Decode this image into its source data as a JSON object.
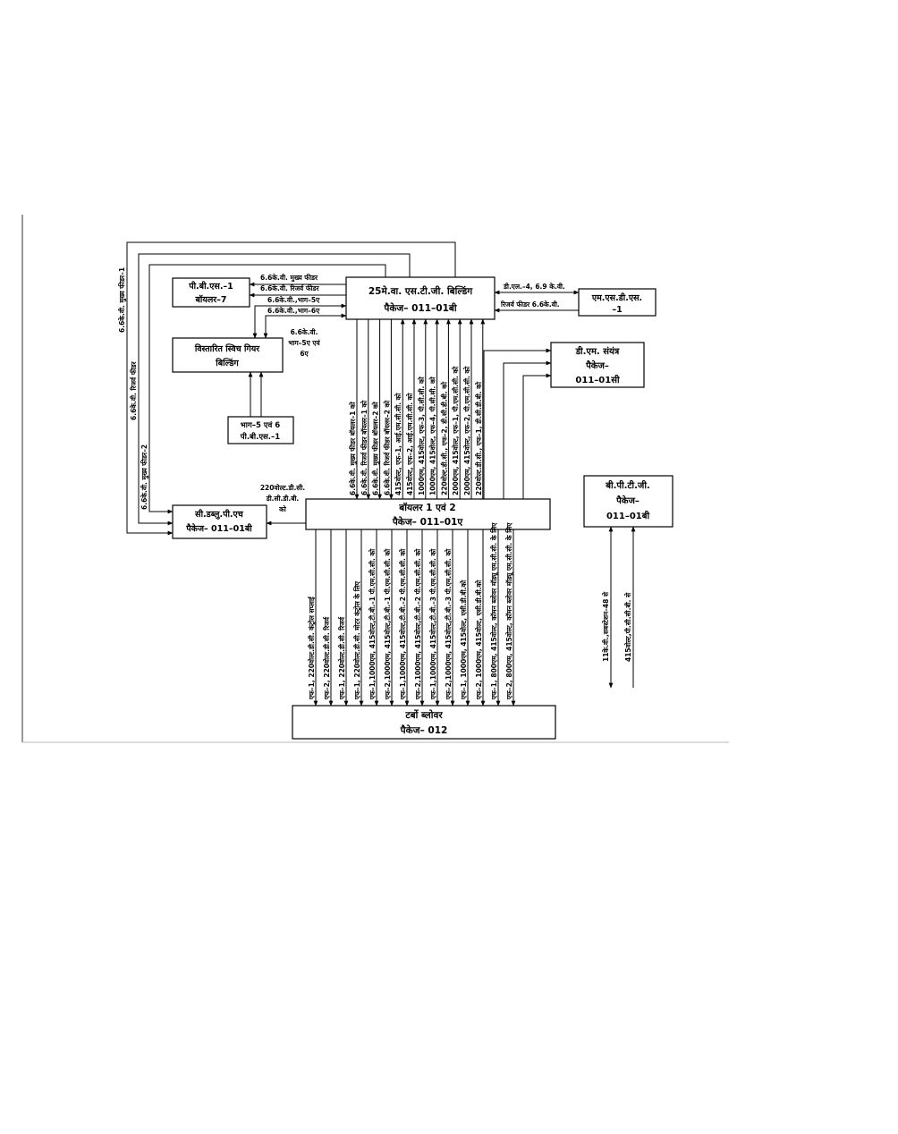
{
  "boxes": {
    "stg": {
      "line1": "25मे.वा. एस.टी.जी. बिल्डिंग",
      "line2": "पैकेज– 011–01बी"
    },
    "pbs1": {
      "line1": "पी.बी.एस.–1",
      "line2": "बॉयलर–7"
    },
    "msds": {
      "line1": "एम.एस.डी.एस.",
      "line2": "–1"
    },
    "extended_switchgear": {
      "line1": "विस्तारित स्विच गियर",
      "line2": "बिल्डिंग"
    },
    "bhag": {
      "line1": "भाग–5 एवं 6",
      "line2": "पी.बी.एस.–1"
    },
    "dm_plant": {
      "line1": "डी.एम. संयंत्र",
      "line2": "पैकेज–",
      "line3": "011–01सी"
    },
    "cwph": {
      "line1": "सी.डब्लु.पी.एच",
      "line2": "पैकेज– 011–01बी"
    },
    "boiler": {
      "line1": "बॉयलर 1 एवं 2",
      "line2": "पैकेज– 011–01ए"
    },
    "bptg": {
      "line1": "बी.पी.टी.जी.",
      "line2": "पैकेज–",
      "line3": "011–01बी"
    },
    "turbo": {
      "line1": "टर्बो ब्लोवर",
      "line2": "पैकेज– 012"
    }
  },
  "labels": {
    "main_feeder_1": "6.6के.वी. मुख्य फीडर–1",
    "reserve_feeder": "6.6के.वी. रिजर्व फीडर",
    "main_feeder_2": "6.6के.वी. मुख्य फीडर–2",
    "pbs_main_feeder": "6.6के.वी. मुख्य फीडर",
    "pbs_reserve_feeder": "6.6के.वी. रिजर्व फीडर",
    "bhag5": "6.6के.वी.,भाग–5ए",
    "bhag6": "6.6के.वी.,भाग–6ए",
    "bhag56_l1": "6.6के.वी.",
    "bhag56_l2": "भाग–5ए एवं",
    "bhag56_l3": "6ए",
    "msds_top": "डी.एल.–4, 6.9 के.वी.",
    "msds_bottom": "रिजर्व फीडर 6.6के.वी.",
    "cwph_220_l1": "220वोल्ट.डी.सी.",
    "cwph_220_l2": "डी.सी.डी.बी.",
    "cwph_220_l3": "को",
    "bptg_left": "11के.वी.,सबस्टेशन–48 से",
    "bptg_right": "415वोल्ट,पी.सी.सी.बी. से"
  },
  "stg_boiler_links": [
    "6.6के.वी. मुख्य फीडर बॉयलर–1 को",
    "6.6के.वी. रिजर्व फीडर बॉयलर–1 को",
    "6.6के.वी. मुख्य फीडर बॉयलर–2 को",
    "6.6के.वी. रिजर्व फीडर बॉयलर–2 को",
    "415वोल्ट, एफ–1, आई.एम.सी.सी. को",
    "415वोल्ट, एफ–2, आई.एम.सी.सी. को",
    "1000एम, 415वोल्ट, एफ–3, पी.सी.सी. को",
    "1000एम, 415वोल्ट, एफ–4, पी.सी.सी. को",
    "220वोल्ट.डी.सी., एफ–2, डी.सी.डी.बी. को",
    "2000एम, 415वोल्ट, एफ–1, पी.एम.सी.सी. को",
    "2000एम, 415वोल्ट, एफ–2, पी.एम.सी.सी. को",
    "220वोल्ट.डी.सी., एफ–1, डी.सी.डी.बी. को"
  ],
  "boiler_turbo_links": [
    "एफ–1, 220वोल्ट.डी.सी. कंट्रोल सप्लाई",
    "एफ–2, 220वोल्ट.डी.सी. रिजर्व",
    "एफ–1, 220वोल्ट.डी.सी. रिजर्व",
    "एफ–1, 220वोल्ट.डी.सी. मोटर कंट्रोल के लिए",
    "एफ–1,1000एम, 415वोल्ट,टी.बी.–1 पी.एम.सी.सी. को",
    "एफ–2,1000एम, 415वोल्ट,टी.बी.–1 पी.एम.सी.सी. को",
    "एफ–1,1000एम, 415वोल्ट,टी.बी.–2 पी.एम.सी.सी. को",
    "एफ–2,1000एम, 415वोल्ट,टी.बी.–2 पी.एम.सी.सी. को",
    "एफ–1,1000एम, 415वोल्ट,टी.बी.–3 पी.एम.सी.सी. को",
    "एफ–2,1000एम, 415वोल्ट,टी.बी.–3 पी.एम.सी.सी. को",
    "एफ–1, 1000एम, 415वोल्ट, एसी.डी.बी.को",
    "एफ–2, 1000एम, 415वोल्ट, एसी.डी.बी.को",
    "एफ–1, 800एम, 415वोल्ट, कॉमन ब्लोवर मॉड्यू एम.सी.सी. के लिए",
    "एफ–2, 800एम, 415वोल्ट, कॉमन ब्लोवर मॉड्यू एम.सी.सी. के लिए"
  ]
}
